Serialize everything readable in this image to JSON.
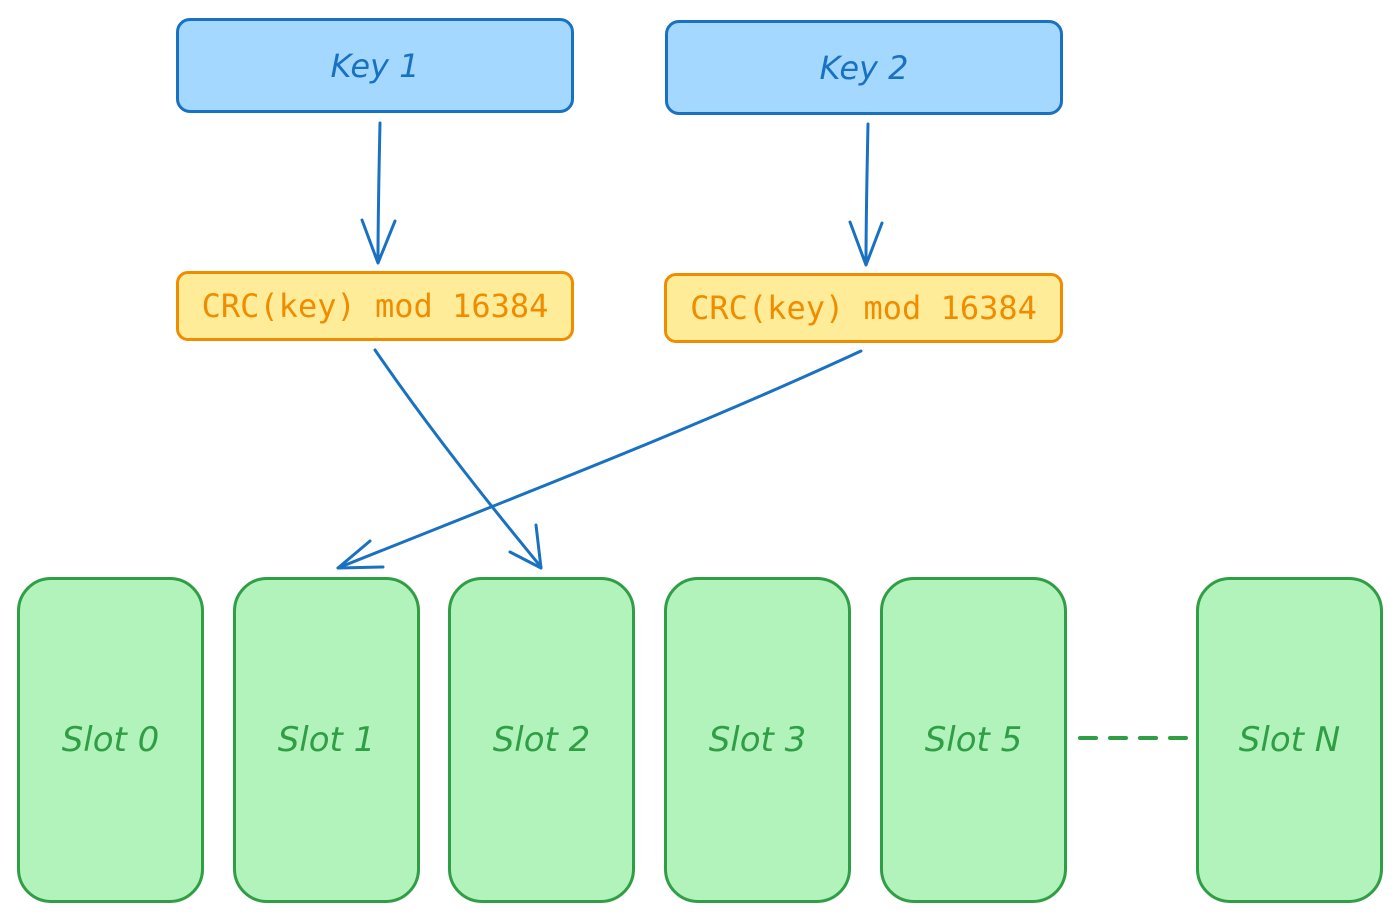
{
  "keys": [
    {
      "label": "Key 1"
    },
    {
      "label": "Key 2"
    }
  ],
  "hash": [
    {
      "label": "CRC(key) mod 16384"
    },
    {
      "label": "CRC(key) mod 16384"
    }
  ],
  "slots": [
    {
      "label": "Slot 0"
    },
    {
      "label": "Slot 1"
    },
    {
      "label": "Slot 2"
    },
    {
      "label": "Slot 3"
    },
    {
      "label": "Slot 5"
    },
    {
      "label": "Slot N"
    }
  ],
  "colors": {
    "key_fill": "#a5d8ff",
    "key_stroke": "#1971c2",
    "hash_fill": "#ffec99",
    "hash_stroke": "#f08c00",
    "slot_fill": "#b2f2bb",
    "slot_stroke": "#2f9e44",
    "arrow": "#1971c2"
  }
}
